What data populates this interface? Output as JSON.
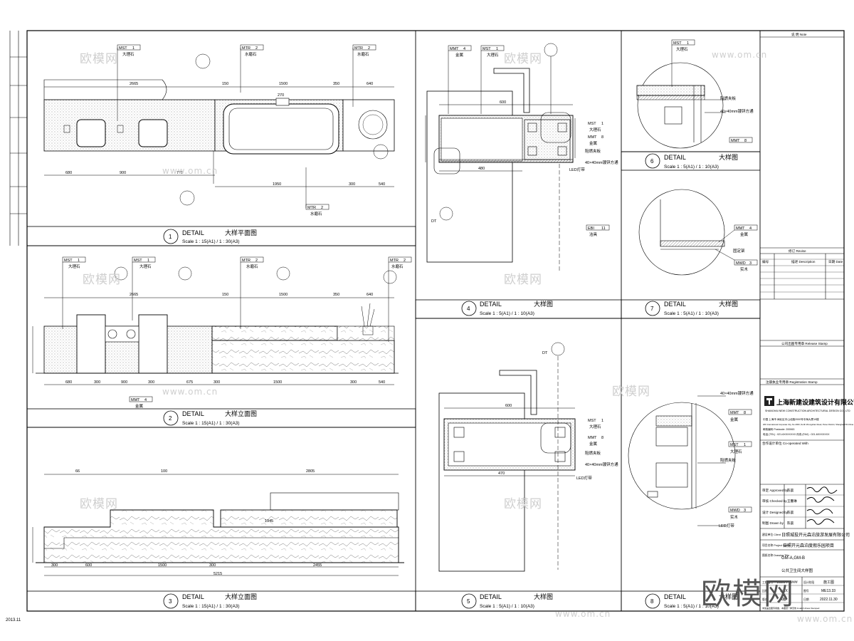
{
  "details": [
    {
      "num": "1",
      "label": "DETAIL",
      "title": "大样平面图",
      "scale": "Scale 1 : 15(A1) / 1 : 30(A3)"
    },
    {
      "num": "2",
      "label": "DETAIL",
      "title": "大样立面图",
      "scale": "Scale 1 : 15(A1) / 1 : 30(A3)"
    },
    {
      "num": "3",
      "label": "DETAIL",
      "title": "大样立面图",
      "scale": "Scale 1 : 15(A1) / 1 : 30(A3)"
    },
    {
      "num": "4",
      "label": "DETAIL",
      "title": "大样图",
      "scale": "Scale 1 : 5(A1) / 1 : 10(A3)"
    },
    {
      "num": "5",
      "label": "DETAIL",
      "title": "大样图",
      "scale": "Scale 1 : 5(A1) / 1 : 10(A3)"
    },
    {
      "num": "6",
      "label": "DETAIL",
      "title": "大样图",
      "scale": "Scale 1 : 5(A1) / 1 : 10(A3)"
    },
    {
      "num": "7",
      "label": "DETAIL",
      "title": "大样图",
      "scale": "Scale 1 : 5(A1) / 1 : 10(A3)"
    },
    {
      "num": "8",
      "label": "DETAIL",
      "title": "大样图",
      "scale": "Scale 1 : 5(A1) / 1 : 10(A3)"
    }
  ],
  "materials": {
    "mst1": "MST",
    "mst1_n": "1",
    "mst1_label": "大理石",
    "mtr2": "MTR",
    "mtr2_n": "2",
    "mtr2_label": "水磨石",
    "mmt4": "MMT",
    "mmt4_n": "4",
    "mmt4_label": "金属",
    "mmt8": "MMT",
    "mmt8_n": "8",
    "mmt8_label": "金属",
    "mwd3": "MWD",
    "mwd3_n": "3",
    "mwd3_label": "实木",
    "ebi11": "EBI",
    "ebi11_n": "11",
    "ebi11_label": "洁具"
  },
  "dims": {
    "p1_top": [
      "2665",
      "150",
      "1500",
      "350",
      "640"
    ],
    "p1_bottom": [
      "680",
      "900",
      "775"
    ],
    "p1_bottom2": [
      "1950",
      "300",
      "540"
    ],
    "p1_sink": "270",
    "p2_top": [
      "2665",
      "150",
      "1500",
      "350",
      "640"
    ],
    "p2_bottom": [
      "680",
      "300",
      "900",
      "300",
      "675",
      "300",
      "1500",
      "300",
      "540"
    ],
    "p3_top": [
      "66",
      "100",
      "2805"
    ],
    "p3_bottom": [
      "300",
      "600",
      "1500",
      "300",
      "2455"
    ],
    "p3_total": "5215",
    "p3_inner": "1945",
    "d4_w": "600",
    "d4_w2": "480",
    "d8_w": "600",
    "d8_w2": "470"
  },
  "notes": {
    "steel": "40×40mm镀锌方通",
    "plywood": "阻燃夹板",
    "led": "LED灯带",
    "bracket": "固定架",
    "gap": "DT"
  },
  "watermark": "欧模网",
  "watermark_url": "www.om.cn",
  "title_block": {
    "notes": "说  明  Note",
    "revision": "修订  Revise",
    "rev_no": "编号",
    "rev_desc": "描述 Description",
    "rev_date": "日期 Date",
    "release": "公司出图专用章  Release Stamp",
    "registration": "注册执业专用章  Registration Stamp",
    "company_cn": "上海新建设建筑设计有限公司",
    "company_en": "SHANGHAI NEW CONSTRUCTION ARCHITECTURAL DESIGN CO., LTD",
    "address_cn": "中国  上海市  闸北区中山北路2000号中海大厦19楼",
    "address_en": "20F International Corporate City, No.2000, North Zhongshan Road, Putuo District, Shanghai P.R.China",
    "postcode": "邮政编码 Postcode: 200063",
    "tel": "电话 (TEL) : 021-6XXXXXXX   传真 (FAX) : 021-6XXXXXXX",
    "cooperated": "合作设计单位 Co-operated With",
    "approved": "审定 Approved by",
    "checked": "审核 Checked by",
    "designed": "设计 Designed by",
    "drawn": "制图 Drawn by",
    "client_label": "建设单位 Client",
    "client": "日照城投开元森泊旅游发展有限公司",
    "project_label": "项目名称 Project Name",
    "project": "日照开元森泊度假乐园项目",
    "drawing_label": "图纸名称 Drawing Title",
    "drawing_no": "GM-A,GM-B",
    "drawing_title": "公共卫生间大样图",
    "job_label": "工程编号",
    "job": "2021-PM###",
    "stage_label": "设计阶段",
    "stage": "施工图",
    "scale_label": "比例",
    "scale": "1:XX",
    "sheet_label": "图号",
    "sheet": "ME13.33",
    "version_label": "版本",
    "version": "A版",
    "date_label": "日期",
    "date": "2022.11.30",
    "stamp_note": "未加盖出图专用章，本图纸一律无效 Invalid Unless Stamped",
    "names": [
      "陈晨",
      "王馨琳",
      "陈晨",
      "陈晨"
    ]
  },
  "corner_note": "2013.11"
}
